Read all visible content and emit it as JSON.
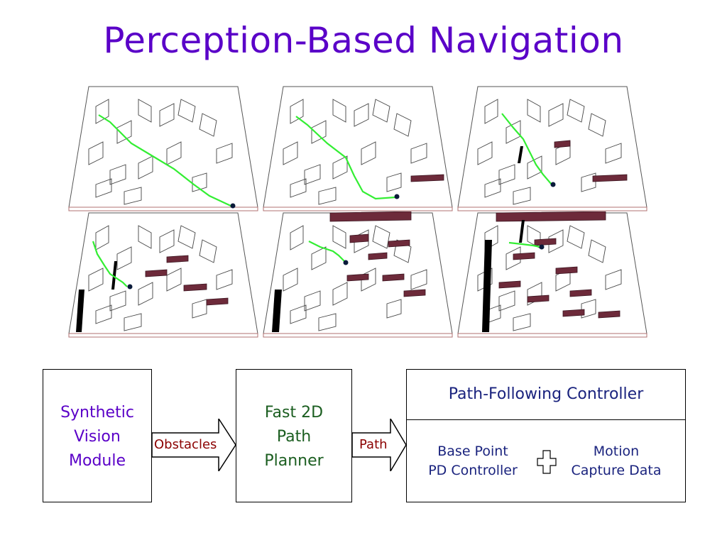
{
  "title": "Perception-Based Navigation",
  "panels": [
    {
      "path": [
        [
          44,
          42
        ],
        [
          60,
          52
        ],
        [
          90,
          82
        ],
        [
          120,
          100
        ],
        [
          150,
          118
        ],
        [
          178,
          140
        ],
        [
          200,
          156
        ],
        [
          230,
          170
        ]
      ],
      "agent": [
        233,
        170
      ],
      "walls": [],
      "thick": []
    },
    {
      "path": [
        [
          48,
          44
        ],
        [
          64,
          56
        ],
        [
          92,
          82
        ],
        [
          118,
          102
        ],
        [
          130,
          128
        ],
        [
          142,
          150
        ],
        [
          160,
          160
        ],
        [
          188,
          158
        ]
      ],
      "agent": [
        190,
        157
      ],
      "walls": [
        [
          210,
          128,
          256,
          134
        ]
      ],
      "thick": []
    },
    {
      "path": [
        [
          64,
          40
        ],
        [
          80,
          60
        ],
        [
          94,
          76
        ],
        [
          104,
          96
        ],
        [
          112,
          112
        ],
        [
          122,
          126
        ],
        [
          134,
          140
        ]
      ],
      "agent": [
        136,
        140
      ],
      "walls": [
        [
          138,
          80,
          160,
          86
        ],
        [
          192,
          128,
          240,
          134
        ]
      ],
      "thick": [
        [
          86,
          86,
          94,
          110
        ]
      ]
    },
    {
      "path": [
        [
          36,
          42
        ],
        [
          42,
          60
        ],
        [
          52,
          76
        ],
        [
          60,
          88
        ],
        [
          78,
          100
        ],
        [
          84,
          106
        ]
      ],
      "agent": [
        88,
        106
      ],
      "walls": [
        [
          110,
          84,
          140,
          90
        ],
        [
          140,
          64,
          170,
          70
        ],
        [
          164,
          104,
          196,
          110
        ],
        [
          196,
          124,
          226,
          130
        ]
      ],
      "thick": [
        [
          62,
          70,
          70,
          110
        ],
        [
          12,
          110,
          24,
          170
        ]
      ]
    },
    {
      "path": [
        [
          66,
          42
        ],
        [
          82,
          50
        ],
        [
          100,
          56
        ],
        [
          108,
          62
        ],
        [
          116,
          70
        ]
      ],
      "agent": [
        118,
        72
      ],
      "walls": [
        [
          96,
          2,
          210,
          12
        ],
        [
          124,
          34,
          150,
          42
        ],
        [
          150,
          60,
          176,
          66
        ],
        [
          178,
          42,
          208,
          48
        ],
        [
          120,
          90,
          150,
          96
        ],
        [
          170,
          90,
          200,
          96
        ],
        [
          200,
          112,
          230,
          118
        ]
      ],
      "thick": [
        [
          14,
          110,
          28,
          170
        ]
      ]
    },
    {
      "path": [
        [
          74,
          44
        ],
        [
          92,
          46
        ],
        [
          108,
          48
        ],
        [
          118,
          50
        ]
      ],
      "agent": [
        120,
        50
      ],
      "walls": [
        [
          56,
          2,
          210,
          12
        ],
        [
          80,
          60,
          110,
          66
        ],
        [
          110,
          40,
          140,
          46
        ],
        [
          140,
          80,
          170,
          86
        ],
        [
          60,
          100,
          90,
          106
        ],
        [
          100,
          120,
          130,
          126
        ],
        [
          160,
          112,
          190,
          118
        ],
        [
          200,
          142,
          230,
          148
        ],
        [
          150,
          140,
          180,
          146
        ]
      ],
      "thick": [
        [
          36,
          40,
          50,
          170
        ],
        [
          88,
          12,
          96,
          44
        ]
      ]
    }
  ],
  "diagram": {
    "vision": {
      "lines": [
        "Synthetic",
        "Vision",
        "Module"
      ],
      "color": "#5a00c8"
    },
    "planner": {
      "lines": [
        "Fast 2D",
        "Path",
        "Planner"
      ],
      "color": "#1b5e20"
    },
    "controller": {
      "header": "Path-Following Controller",
      "header_color": "#1a237e"
    },
    "base": {
      "lines": [
        "Base Point",
        "PD Controller"
      ]
    },
    "motion": {
      "lines": [
        "Motion",
        "Capture Data"
      ]
    },
    "arrow1_label": "Obstacles",
    "arrow2_label": "Path"
  }
}
